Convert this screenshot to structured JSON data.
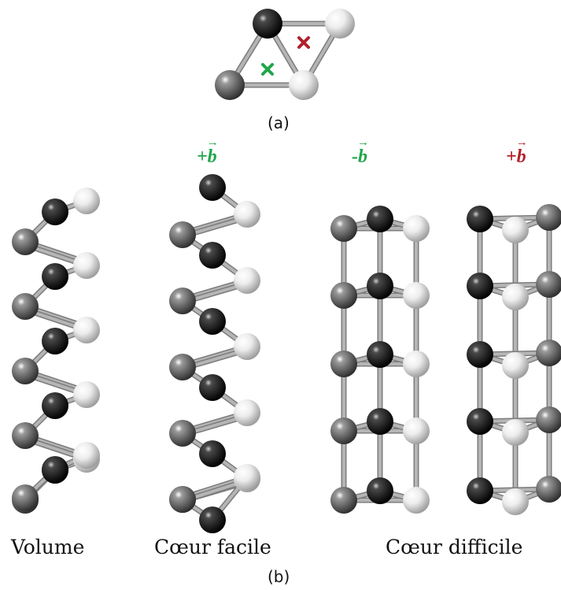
{
  "figure": {
    "caption_a": "(a)",
    "caption_b": "(b)",
    "labels": {
      "volume": "Volume",
      "easy_core": "Cœur facile",
      "hard_core": "Cœur difficile"
    },
    "burgers": {
      "easy_plus": "+b",
      "hard_minus": "-b",
      "hard_plus": "+b"
    },
    "colors": {
      "green": "#1fa64a",
      "red": "#b3202a",
      "atom_dark": "#1c1c1c",
      "atom_mid": "#7a7a7a",
      "atom_light": "#f0f0f0",
      "bond": "#b5b5b5"
    },
    "markers": {
      "green_cross": "easy-core-site",
      "red_cross": "hard-core-site"
    }
  }
}
